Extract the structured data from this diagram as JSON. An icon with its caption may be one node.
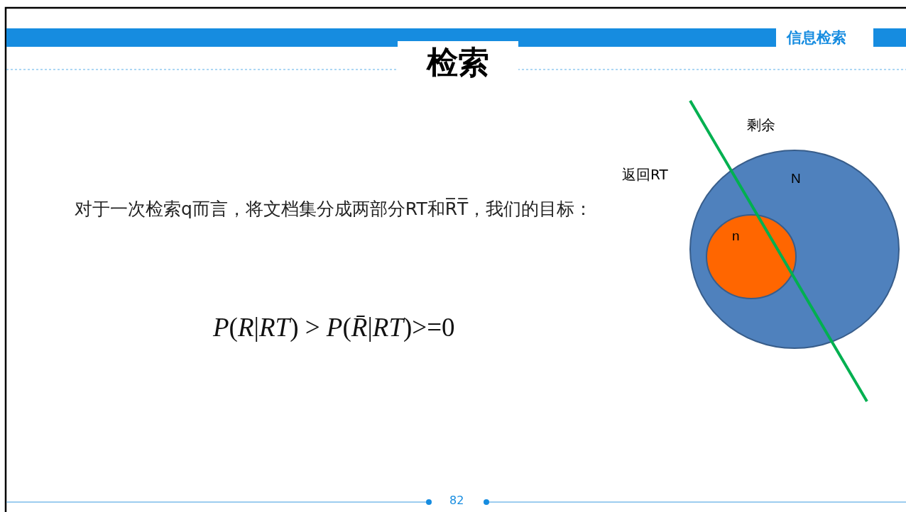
{
  "diagram": {
    "title": "检索",
    "nodes": [
      {
        "text": [
          "N"
        ]
      },
      {
        "text": [
          "n"
        ],
        "in": 0
      }
    ],
    "labels": [
      "信息检索",
      "对于一次检索q而言，将文档集分成两部分RT和R̅T̅，我们的目标：",
      "*P*(*R*|*RT*) > *P*(*R̄*|*RT*)>=0",
      "剩余",
      "返回RT",
      "82"
    ]
  }
}
